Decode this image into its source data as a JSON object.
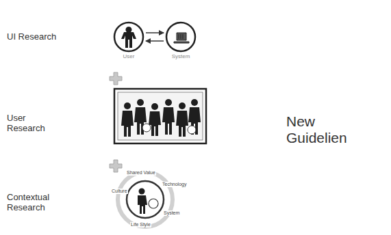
{
  "diagram": {
    "nodes": [
      {
        "text": [
          "User"
        ]
      },
      {
        "text": [
          "System"
        ]
      }
    ],
    "edges": [
      {
        "from": 0,
        "to": 1,
        "arrow": "to"
      },
      {
        "from": 1,
        "to": 0,
        "arrow": "to"
      }
    ],
    "labels": [
      "UI Research",
      "User Research",
      "Contextual Research",
      "New Guidelien",
      "Shared Value",
      "Technology",
      "System",
      "Life Style",
      "Culture"
    ]
  }
}
